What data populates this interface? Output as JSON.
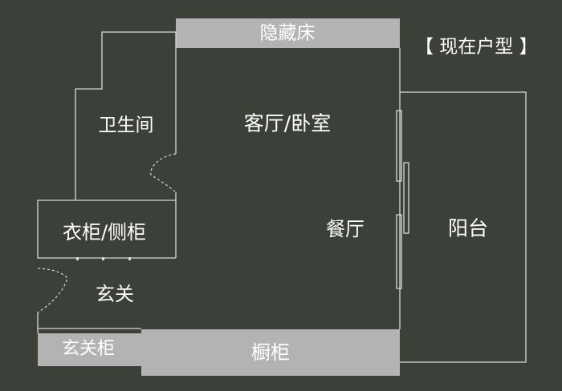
{
  "title": "【 现在户型 】",
  "rooms": {
    "hidden_bed": "隐藏床",
    "bathroom": "卫生间",
    "living_bedroom": "客厅/卧室",
    "wardrobe": "衣柜/侧柜",
    "dining": "餐厅",
    "balcony": "阳台",
    "entrance": "玄关",
    "entrance_cabinet": "玄关柜",
    "kitchen_cabinet": "橱柜"
  },
  "colors": {
    "background": "#3b4039",
    "walls": "#d9d9d9",
    "furniture_block": "#b3b3b3",
    "text_light": "#ffffff",
    "text_dark": "#2f332e"
  }
}
